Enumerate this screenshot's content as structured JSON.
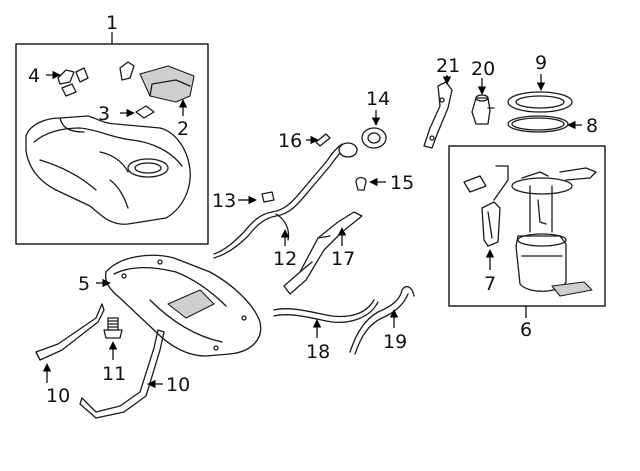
{
  "callouts": [
    {
      "id": "c1",
      "label": "1"
    },
    {
      "id": "c2",
      "label": "2"
    },
    {
      "id": "c3",
      "label": "3"
    },
    {
      "id": "c4",
      "label": "4"
    },
    {
      "id": "c5",
      "label": "5"
    },
    {
      "id": "c6",
      "label": "6"
    },
    {
      "id": "c7",
      "label": "7"
    },
    {
      "id": "c8",
      "label": "8"
    },
    {
      "id": "c9",
      "label": "9"
    },
    {
      "id": "c10a",
      "label": "10"
    },
    {
      "id": "c10b",
      "label": "10"
    },
    {
      "id": "c11",
      "label": "11"
    },
    {
      "id": "c12",
      "label": "12"
    },
    {
      "id": "c13",
      "label": "13"
    },
    {
      "id": "c14",
      "label": "14"
    },
    {
      "id": "c15",
      "label": "15"
    },
    {
      "id": "c16",
      "label": "16"
    },
    {
      "id": "c17",
      "label": "17"
    },
    {
      "id": "c18",
      "label": "18"
    },
    {
      "id": "c19",
      "label": "19"
    },
    {
      "id": "c20",
      "label": "20"
    },
    {
      "id": "c21",
      "label": "21"
    }
  ]
}
